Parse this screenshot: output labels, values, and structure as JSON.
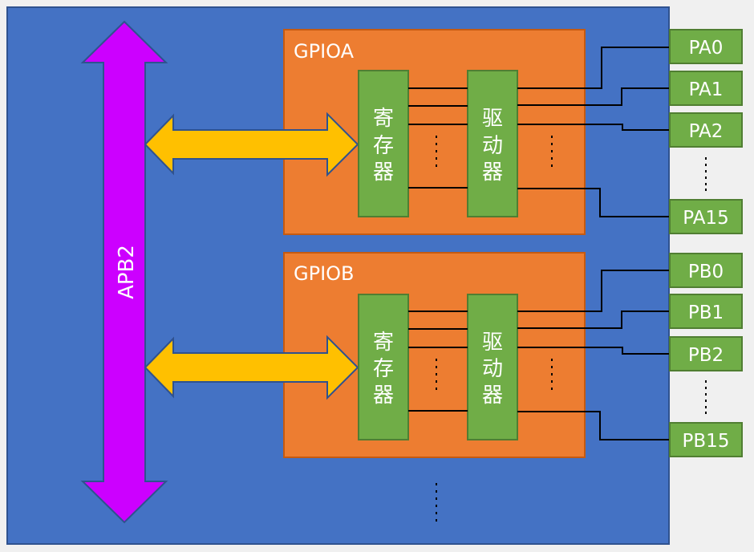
{
  "diagram": {
    "bus": {
      "label": "APB2",
      "color": "#cc00ff"
    },
    "colors": {
      "chip_bg": "#4472c4",
      "chip_border": "#2f528f",
      "port_bg": "#ed7d31",
      "port_border": "#c55a11",
      "block_bg": "#70ad47",
      "block_border": "#507e32",
      "arrow": "#ffc000",
      "page_bg": "#f0f0f0"
    },
    "ports": [
      {
        "name": "GPIOA",
        "register_label": [
          "寄",
          "存",
          "器"
        ],
        "driver_label": [
          "驱",
          "动",
          "器"
        ],
        "pins": [
          "PA0",
          "PA1",
          "PA2",
          "PA15"
        ]
      },
      {
        "name": "GPIOB",
        "register_label": [
          "寄",
          "存",
          "器"
        ],
        "driver_label": [
          "驱",
          "动",
          "器"
        ],
        "pins": [
          "PB0",
          "PB1",
          "PB2",
          "PB15"
        ]
      }
    ],
    "ellipsis": "……"
  }
}
